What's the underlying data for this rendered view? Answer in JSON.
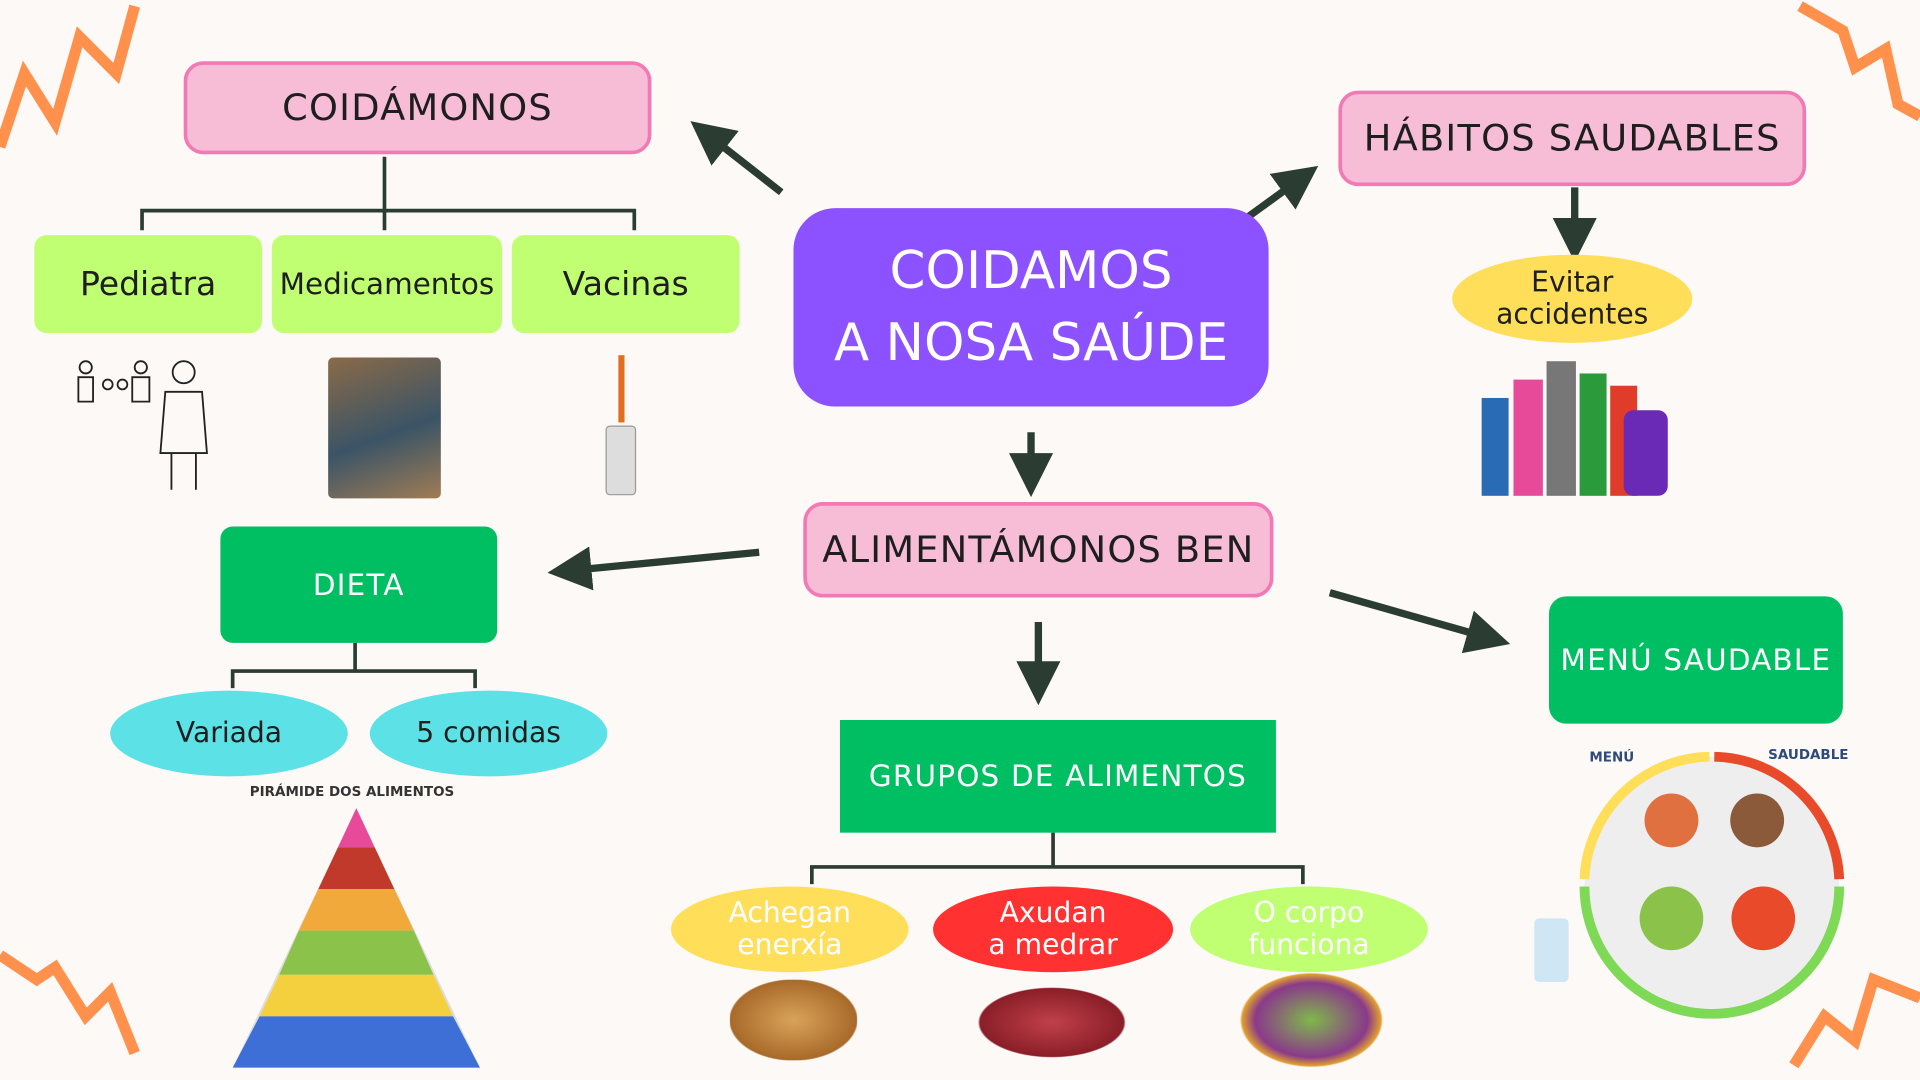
{
  "center": {
    "line1": "COIDAMOS",
    "line2": "A NOSA SAÚDE"
  },
  "coidamonos": {
    "title": "COIDÁMONOS",
    "items": [
      "Pediatra",
      "Medicamentos",
      "Vacinas"
    ]
  },
  "habitos": {
    "title": "HÁBITOS SAUDABLES",
    "item_line1": "Evitar",
    "item_line2": "accidentes"
  },
  "alimentamonos": {
    "title": "ALIMENTÁMONOS BEN"
  },
  "dieta": {
    "title": "DIETA",
    "items": [
      "Variada",
      "5 comidas"
    ],
    "pyramid_label": "PIRÁMIDE DOS ALIMENTOS"
  },
  "grupos": {
    "title": "GRUPOS DE ALIMENTOS",
    "items": [
      {
        "l1": "Achegan",
        "l2": "enerxía"
      },
      {
        "l1": "Axudan",
        "l2": "a medrar"
      },
      {
        "l1": "O corpo",
        "l2": "funciona"
      }
    ]
  },
  "menu": {
    "title": "MENÚ SAUDABLE",
    "plate_left": "MENÚ",
    "plate_right": "SAUDABLE"
  },
  "colors": {
    "pink": "#f7bcd6",
    "purple": "#8c52ff",
    "lime": "#c1ff72",
    "green": "#00bf63",
    "cyan": "#5ce1e6",
    "yellow": "#ffde59",
    "red": "#ff3131",
    "orange": "#ff914d"
  }
}
